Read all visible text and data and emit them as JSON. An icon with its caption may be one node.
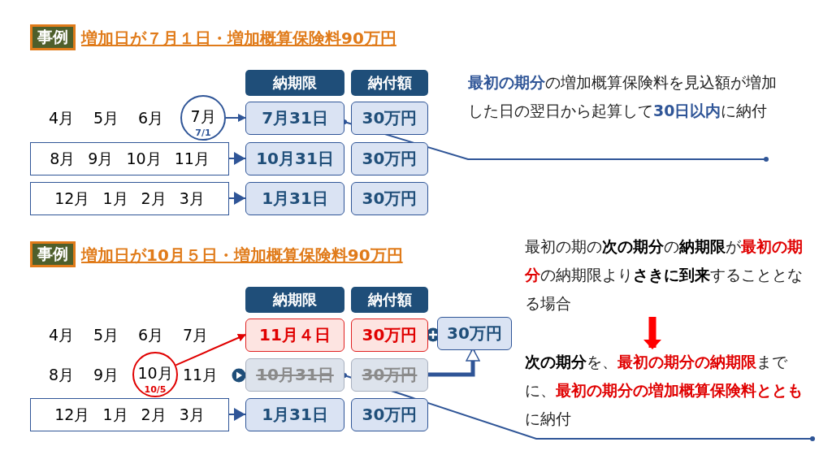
{
  "diagram": {
    "nodes": [
      {
        "text": [
          "事例"
        ]
      },
      {
        "text": [
          "納期限"
        ]
      },
      {
        "text": [
          "納付額"
        ]
      },
      {
        "text": [
          "7月",
          "7/1"
        ]
      },
      {
        "text": [
          "7月31日"
        ]
      },
      {
        "text": [
          "30万円"
        ]
      },
      {
        "text": [
          "8月 9月 10月 11月"
        ]
      },
      {
        "text": [
          "10月31日"
        ]
      },
      {
        "text": [
          "30万円"
        ]
      },
      {
        "text": [
          "12月 1月 2月 3月"
        ]
      },
      {
        "text": [
          "1月31日"
        ]
      },
      {
        "text": [
          "30万円"
        ]
      },
      {
        "text": [
          "**最初の期分**の増加概算保険料を見込額が増加した日の翌日から起算して**30日以内**に納付"
        ]
      },
      {
        "text": [
          "事例"
        ]
      },
      {
        "text": [
          "納期限"
        ]
      },
      {
        "text": [
          "納付額"
        ]
      },
      {
        "text": [
          "11月４日"
        ]
      },
      {
        "text": [
          "30万円"
        ]
      },
      {
        "text": [
          "30万円"
        ]
      },
      {
        "text": [
          "10月",
          "10/5"
        ]
      },
      {
        "text": [
          "10月31日"
        ]
      },
      {
        "text": [
          "30万円"
        ]
      },
      {
        "text": [
          "12月 1月 2月 3月"
        ]
      },
      {
        "text": [
          "1月31日"
        ]
      },
      {
        "text": [
          "30万円"
        ]
      },
      {
        "text": [
          "最初の期の**次の期分**の**納期限**が**最初の期分**の納期限より**さきに到来**することとなる場合"
        ]
      },
      {
        "text": [
          "**次の期分**を、**最初の期分の納期限**までに、**最初の期分の増加概算保険料ととも**に納付"
        ]
      }
    ],
    "edges": [
      {
        "from": 3,
        "to": 4,
        "arrow": "to"
      },
      {
        "from": 6,
        "to": 7,
        "arrow": "to"
      },
      {
        "from": 9,
        "to": 10,
        "arrow": "to"
      },
      {
        "from": 12,
        "to": 4,
        "arrow": "other"
      },
      {
        "from": 19,
        "to": 16,
        "arrow": "to",
        "color": "#e00000"
      },
      {
        "from": 21,
        "to": 18,
        "arrow": "to",
        "style": "thick"
      },
      {
        "from": 22,
        "to": 23,
        "arrow": "to"
      },
      {
        "from": 25,
        "to": 26,
        "arrow": "to",
        "style": "thick",
        "color": "#ff0000"
      },
      {
        "from": 26,
        "to": 20,
        "arrow": "other"
      }
    ],
    "labels": [
      "増加日が７月１日・増加概算保険料90万円",
      "4月",
      "5月",
      "6月",
      "増加日が10月５日・増加概算保険料90万円",
      "4月",
      "5月",
      "6月",
      "7月",
      "8月",
      "9月",
      "11月"
    ]
  }
}
